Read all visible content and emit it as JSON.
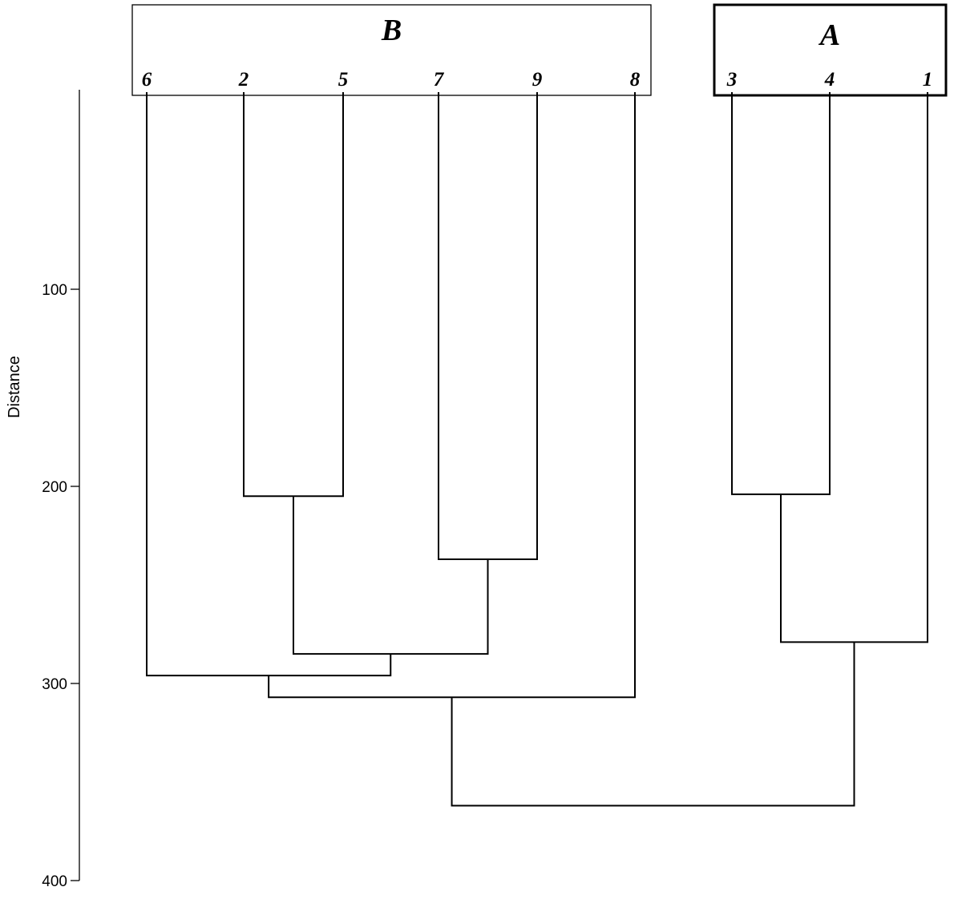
{
  "chart_data": {
    "type": "dendrogram",
    "ylabel": "Distance",
    "ylim": [
      0,
      400
    ],
    "yticks": [
      100,
      200,
      300,
      400
    ],
    "leaf_order": [
      "6",
      "2",
      "5",
      "7",
      "9",
      "8",
      "3",
      "4",
      "1"
    ],
    "groups": [
      {
        "name": "B",
        "members": [
          "6",
          "2",
          "5",
          "7",
          "9",
          "8"
        ]
      },
      {
        "name": "A",
        "members": [
          "3",
          "4",
          "1"
        ]
      }
    ],
    "merges": [
      {
        "left": "2",
        "right": "5",
        "height": 205
      },
      {
        "left": "7",
        "right": "9",
        "height": 237
      },
      {
        "left": "2,5",
        "right": "7,9",
        "height": 285
      },
      {
        "left": "6",
        "right": "2,5,7,9",
        "height": 296
      },
      {
        "left": "6,2,5,7,9",
        "right": "8",
        "height": 307
      },
      {
        "left": "3",
        "right": "4",
        "height": 204
      },
      {
        "left": "3,4",
        "right": "1",
        "height": 279
      },
      {
        "left": "6,2,5,7,9,8",
        "right": "3,4,1",
        "height": 362
      }
    ]
  }
}
